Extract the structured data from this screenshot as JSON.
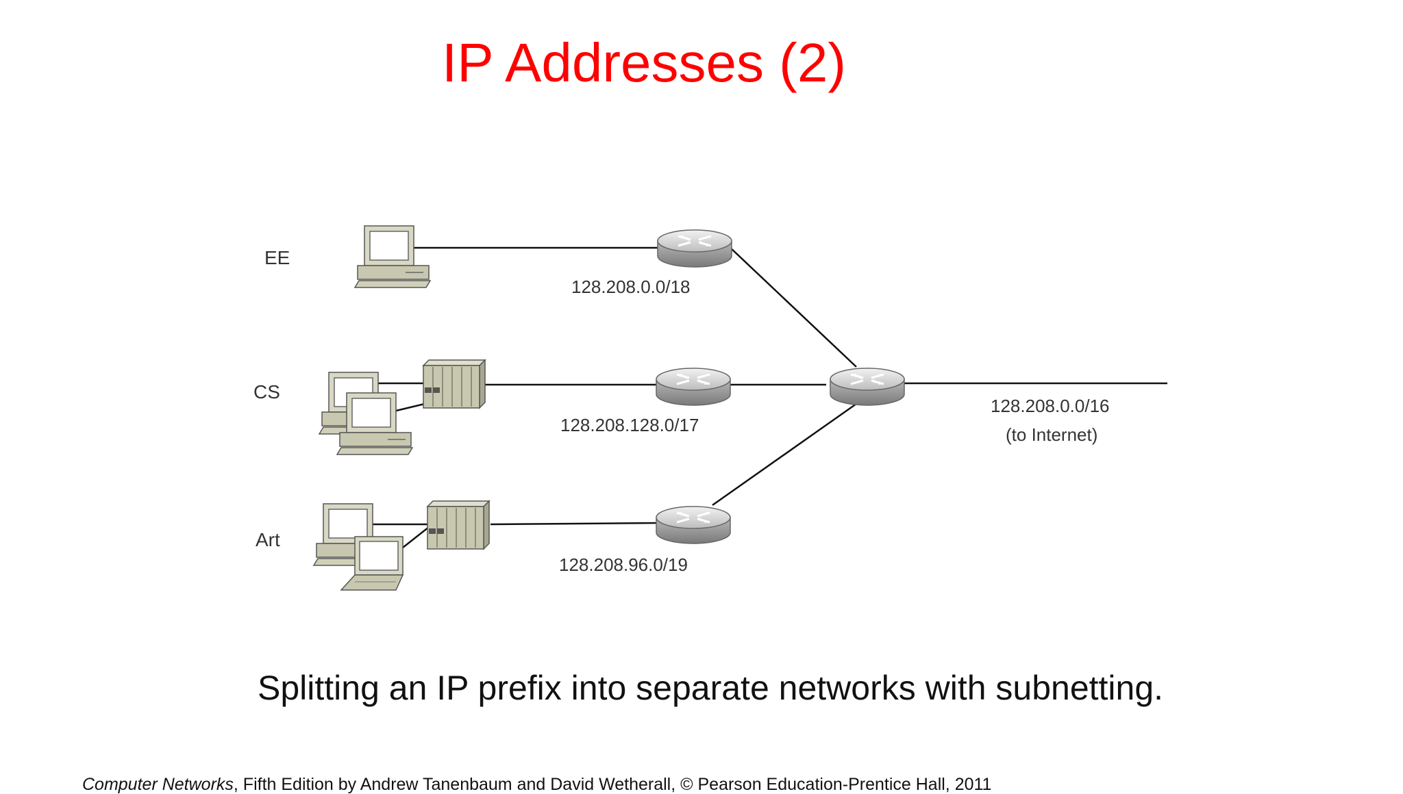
{
  "title": "IP Addresses (2)",
  "caption": "Splitting an IP prefix into separate networks with subnetting.",
  "citation": {
    "book": "Computer Networks",
    "rest": ", Fifth Edition by Andrew Tanenbaum and David Wetherall, © Pearson Education-Prentice Hall, 2011"
  },
  "networks": [
    {
      "name": "EE",
      "prefix": "128.208.0.0/18"
    },
    {
      "name": "CS",
      "prefix": "128.208.128.0/17"
    },
    {
      "name": "Art",
      "prefix": "128.208.96.0/19"
    }
  ],
  "uplink": {
    "prefix": "128.208.0.0/16",
    "note": "(to Internet)"
  },
  "colors": {
    "title": "#ff0000",
    "router_body": "#c8c8c8",
    "device": "#c8c8b0"
  }
}
